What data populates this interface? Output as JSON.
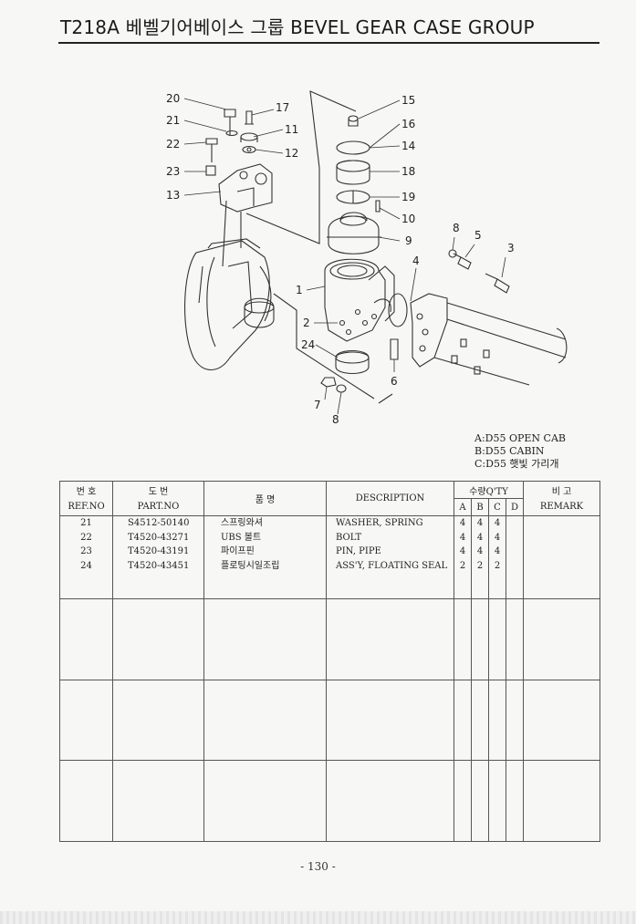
{
  "page": {
    "title": "T218A 베벨기어베이스 그룹 BEVEL GEAR CASE GROUP",
    "page_number": "- 130 -"
  },
  "diagram": {
    "callouts": [
      "20",
      "21",
      "22",
      "23",
      "13",
      "17",
      "11",
      "12",
      "15",
      "16",
      "14",
      "18",
      "19",
      "10",
      "9",
      "8",
      "5",
      "3",
      "4",
      "1",
      "2",
      "24",
      "6",
      "7",
      "8"
    ]
  },
  "legend": {
    "lines": [
      "A:D55 OPEN CAB",
      "B:D55 CABIN",
      "C:D55 햇빛 가리개"
    ]
  },
  "table": {
    "headers": {
      "ref_ko": "번 호",
      "ref_en": "REF.NO",
      "part_ko": "도 번",
      "part_en": "PART.NO",
      "name_ko": "품 명",
      "description": "DESCRIPTION",
      "qty": "수량Q'TY",
      "qty_cols": [
        "A",
        "B",
        "C",
        "D"
      ],
      "remark_ko": "비 고",
      "remark_en": "REMARK"
    },
    "rows": [
      {
        "ref": "21",
        "part": "S4512-50140",
        "name": "스프링와셔",
        "desc": "WASHER, SPRING",
        "a": "4",
        "b": "4",
        "c": "4",
        "d": "",
        "remark": ""
      },
      {
        "ref": "22",
        "part": "T4520-43271",
        "name": "UBS 볼트",
        "desc": "BOLT",
        "a": "4",
        "b": "4",
        "c": "4",
        "d": "",
        "remark": ""
      },
      {
        "ref": "23",
        "part": "T4520-43191",
        "name": "파이프핀",
        "desc": "PIN, PIPE",
        "a": "4",
        "b": "4",
        "c": "4",
        "d": "",
        "remark": ""
      },
      {
        "ref": "24",
        "part": "T4520-43451",
        "name": "플로팅시일조립",
        "desc": "ASS'Y, FLOATING SEAL",
        "a": "2",
        "b": "2",
        "c": "2",
        "d": "",
        "remark": ""
      }
    ]
  }
}
